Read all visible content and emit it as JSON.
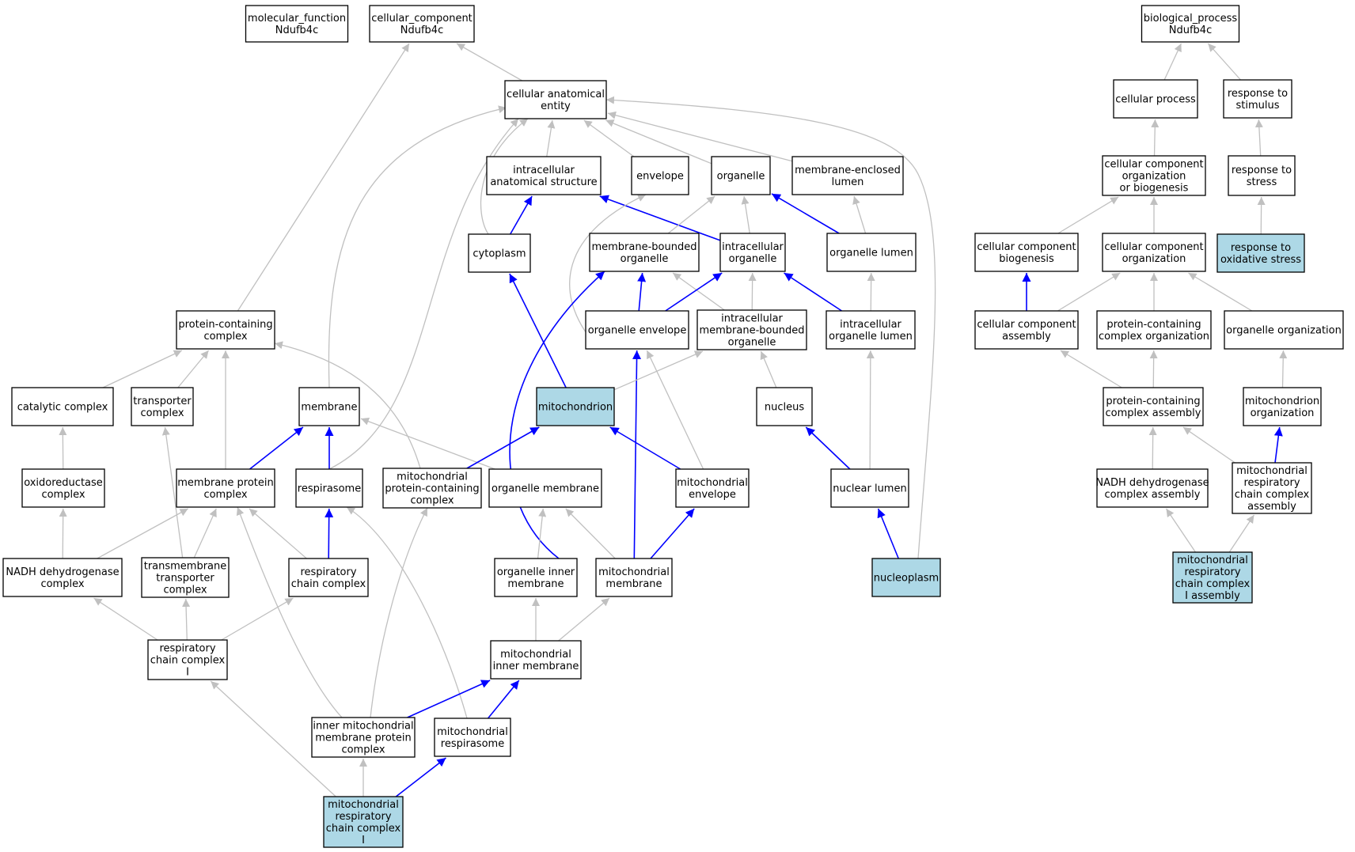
{
  "colors": {
    "highlight_fill": "#add8e6",
    "normal_fill": "#ffffff",
    "edge_gray": "#c0c0c0",
    "edge_blue": "#0000ff"
  },
  "nodes": [
    {
      "id": "molecular_function",
      "lines": [
        "molecular_function",
        "Ndufb4c"
      ],
      "highlight": false
    },
    {
      "id": "cellular_component",
      "lines": [
        "cellular_component",
        "Ndufb4c"
      ],
      "highlight": false
    },
    {
      "id": "biological_process",
      "lines": [
        "biological_process",
        "Ndufb4c"
      ],
      "highlight": false
    },
    {
      "id": "cellular_anatomical_entity",
      "lines": [
        "cellular anatomical",
        "entity"
      ],
      "highlight": false
    },
    {
      "id": "cellular_process",
      "lines": [
        "cellular process"
      ],
      "highlight": false
    },
    {
      "id": "response_to_stimulus",
      "lines": [
        "response to",
        "stimulus"
      ],
      "highlight": false
    },
    {
      "id": "intracellular_anatomical_structure",
      "lines": [
        "intracellular",
        "anatomical structure"
      ],
      "highlight": false
    },
    {
      "id": "envelope",
      "lines": [
        "envelope"
      ],
      "highlight": false
    },
    {
      "id": "organelle",
      "lines": [
        "organelle"
      ],
      "highlight": false
    },
    {
      "id": "membrane_enclosed_lumen",
      "lines": [
        "membrane-enclosed",
        "lumen"
      ],
      "highlight": false
    },
    {
      "id": "cc_org_or_biogenesis",
      "lines": [
        "cellular component",
        "organization",
        "or biogenesis"
      ],
      "highlight": false
    },
    {
      "id": "response_to_stress",
      "lines": [
        "response to",
        "stress"
      ],
      "highlight": false
    },
    {
      "id": "cytoplasm",
      "lines": [
        "cytoplasm"
      ],
      "highlight": false
    },
    {
      "id": "membrane_bounded_organelle",
      "lines": [
        "membrane-bounded",
        "organelle"
      ],
      "highlight": false
    },
    {
      "id": "intracellular_organelle",
      "lines": [
        "intracellular",
        "organelle"
      ],
      "highlight": false
    },
    {
      "id": "organelle_lumen",
      "lines": [
        "organelle lumen"
      ],
      "highlight": false
    },
    {
      "id": "cc_biogenesis",
      "lines": [
        "cellular component",
        "biogenesis"
      ],
      "highlight": false
    },
    {
      "id": "cc_organization",
      "lines": [
        "cellular component",
        "organization"
      ],
      "highlight": false
    },
    {
      "id": "response_to_oxidative_stress",
      "lines": [
        "response to",
        "oxidative stress"
      ],
      "highlight": true
    },
    {
      "id": "protein_containing_complex",
      "lines": [
        "protein-containing",
        "complex"
      ],
      "highlight": false
    },
    {
      "id": "organelle_envelope",
      "lines": [
        "organelle envelope"
      ],
      "highlight": false
    },
    {
      "id": "intracellular_mb_organelle",
      "lines": [
        "intracellular",
        "membrane-bounded",
        "organelle"
      ],
      "highlight": false
    },
    {
      "id": "intracellular_organelle_lumen",
      "lines": [
        "intracellular",
        "organelle lumen"
      ],
      "highlight": false
    },
    {
      "id": "cc_assembly",
      "lines": [
        "cellular component",
        "assembly"
      ],
      "highlight": false
    },
    {
      "id": "pcc_organization",
      "lines": [
        "protein-containing",
        "complex organization"
      ],
      "highlight": false
    },
    {
      "id": "organelle_organization",
      "lines": [
        "organelle organization"
      ],
      "highlight": false
    },
    {
      "id": "catalytic_complex",
      "lines": [
        "catalytic complex"
      ],
      "highlight": false
    },
    {
      "id": "transporter_complex",
      "lines": [
        "transporter",
        "complex"
      ],
      "highlight": false
    },
    {
      "id": "membrane",
      "lines": [
        "membrane"
      ],
      "highlight": false
    },
    {
      "id": "mitochondrion",
      "lines": [
        "mitochondrion"
      ],
      "highlight": true
    },
    {
      "id": "nucleus",
      "lines": [
        "nucleus"
      ],
      "highlight": false
    },
    {
      "id": "pcc_assembly",
      "lines": [
        "protein-containing",
        "complex assembly"
      ],
      "highlight": false
    },
    {
      "id": "mitochondrion_organization",
      "lines": [
        "mitochondrion",
        "organization"
      ],
      "highlight": false
    },
    {
      "id": "oxidoreductase_complex",
      "lines": [
        "oxidoreductase",
        "complex"
      ],
      "highlight": false
    },
    {
      "id": "membrane_protein_complex",
      "lines": [
        "membrane protein",
        "complex"
      ],
      "highlight": false
    },
    {
      "id": "respirasome",
      "lines": [
        "respirasome"
      ],
      "highlight": false
    },
    {
      "id": "mito_pcc",
      "lines": [
        "mitochondrial",
        "protein-containing",
        "complex"
      ],
      "highlight": false
    },
    {
      "id": "organelle_membrane",
      "lines": [
        "organelle membrane"
      ],
      "highlight": false
    },
    {
      "id": "mitochondrial_envelope",
      "lines": [
        "mitochondrial",
        "envelope"
      ],
      "highlight": false
    },
    {
      "id": "nuclear_lumen",
      "lines": [
        "nuclear lumen"
      ],
      "highlight": false
    },
    {
      "id": "nadh_dh_complex_assembly",
      "lines": [
        "NADH dehydrogenase",
        "complex assembly"
      ],
      "highlight": false
    },
    {
      "id": "mito_rcc_assembly",
      "lines": [
        "mitochondrial",
        "respiratory",
        "chain complex",
        "assembly"
      ],
      "highlight": false
    },
    {
      "id": "nadh_dh_complex",
      "lines": [
        "NADH dehydrogenase",
        "complex"
      ],
      "highlight": false
    },
    {
      "id": "transmembrane_transporter_complex",
      "lines": [
        "transmembrane",
        "transporter",
        "complex"
      ],
      "highlight": false
    },
    {
      "id": "respiratory_chain_complex",
      "lines": [
        "respiratory",
        "chain complex"
      ],
      "highlight": false
    },
    {
      "id": "organelle_inner_membrane",
      "lines": [
        "organelle inner",
        "membrane"
      ],
      "highlight": false
    },
    {
      "id": "mitochondrial_membrane",
      "lines": [
        "mitochondrial",
        "membrane"
      ],
      "highlight": false
    },
    {
      "id": "nucleoplasm",
      "lines": [
        "nucleoplasm"
      ],
      "highlight": true
    },
    {
      "id": "mito_rcc_I_assembly",
      "lines": [
        "mitochondrial",
        "respiratory",
        "chain complex",
        "I assembly"
      ],
      "highlight": true
    },
    {
      "id": "respiratory_chain_complex_I",
      "lines": [
        "respiratory",
        "chain complex",
        "I"
      ],
      "highlight": false
    },
    {
      "id": "mito_inner_membrane",
      "lines": [
        "mitochondrial",
        "inner membrane"
      ],
      "highlight": false
    },
    {
      "id": "inner_mito_membrane_protein_complex",
      "lines": [
        "inner mitochondrial",
        "membrane protein",
        "complex"
      ],
      "highlight": false
    },
    {
      "id": "mito_respirasome",
      "lines": [
        "mitochondrial",
        "respirasome"
      ],
      "highlight": false
    },
    {
      "id": "mito_rcc_I",
      "lines": [
        "mitochondrial",
        "respiratory",
        "chain complex",
        "I"
      ],
      "highlight": true
    }
  ],
  "edges": [
    {
      "from": "cellular_anatomical_entity",
      "to": "cellular_component",
      "color": "gray"
    },
    {
      "from": "protein_containing_complex",
      "to": "cellular_component",
      "color": "gray"
    },
    {
      "from": "cellular_process",
      "to": "biological_process",
      "color": "gray"
    },
    {
      "from": "response_to_stimulus",
      "to": "biological_process",
      "color": "gray"
    },
    {
      "from": "intracellular_anatomical_structure",
      "to": "cellular_anatomical_entity",
      "color": "gray"
    },
    {
      "from": "envelope",
      "to": "cellular_anatomical_entity",
      "color": "gray"
    },
    {
      "from": "organelle",
      "to": "cellular_anatomical_entity",
      "color": "gray"
    },
    {
      "from": "membrane_enclosed_lumen",
      "to": "cellular_anatomical_entity",
      "color": "gray"
    },
    {
      "from": "membrane",
      "to": "cellular_anatomical_entity",
      "color": "gray"
    },
    {
      "from": "respirasome",
      "to": "cellular_anatomical_entity",
      "color": "gray"
    },
    {
      "from": "cytoplasm",
      "to": "cellular_anatomical_entity",
      "color": "gray"
    },
    {
      "from": "nucleoplasm",
      "to": "cellular_anatomical_entity",
      "color": "gray"
    },
    {
      "from": "cc_org_or_biogenesis",
      "to": "cellular_process",
      "color": "gray"
    },
    {
      "from": "response_to_stress",
      "to": "response_to_stimulus",
      "color": "gray"
    },
    {
      "from": "cytoplasm",
      "to": "intracellular_anatomical_structure",
      "color": "blue"
    },
    {
      "from": "intracellular_organelle",
      "to": "intracellular_anatomical_structure",
      "color": "blue"
    },
    {
      "from": "membrane_bounded_organelle",
      "to": "organelle",
      "color": "gray"
    },
    {
      "from": "intracellular_organelle",
      "to": "organelle",
      "color": "gray"
    },
    {
      "from": "organelle_lumen",
      "to": "organelle",
      "color": "blue"
    },
    {
      "from": "organelle_lumen",
      "to": "membrane_enclosed_lumen",
      "color": "gray"
    },
    {
      "from": "organelle_envelope",
      "to": "envelope",
      "color": "gray"
    },
    {
      "from": "cc_biogenesis",
      "to": "cc_org_or_biogenesis",
      "color": "gray"
    },
    {
      "from": "cc_organization",
      "to": "cc_org_or_biogenesis",
      "color": "gray"
    },
    {
      "from": "response_to_oxidative_stress",
      "to": "response_to_stress",
      "color": "gray"
    },
    {
      "from": "mitochondrion",
      "to": "cytoplasm",
      "color": "blue"
    },
    {
      "from": "organelle_envelope",
      "to": "membrane_bounded_organelle",
      "color": "blue"
    },
    {
      "from": "organelle_inner_membrane",
      "to": "membrane_bounded_organelle",
      "color": "blue"
    },
    {
      "from": "intracellular_mb_organelle",
      "to": "membrane_bounded_organelle",
      "color": "gray"
    },
    {
      "from": "organelle_envelope",
      "to": "intracellular_organelle",
      "color": "blue"
    },
    {
      "from": "intracellular_mb_organelle",
      "to": "intracellular_organelle",
      "color": "gray"
    },
    {
      "from": "intracellular_organelle_lumen",
      "to": "intracellular_organelle",
      "color": "blue"
    },
    {
      "from": "intracellular_organelle_lumen",
      "to": "organelle_lumen",
      "color": "gray"
    },
    {
      "from": "cc_assembly",
      "to": "cc_biogenesis",
      "color": "blue"
    },
    {
      "from": "cc_assembly",
      "to": "cc_organization",
      "color": "gray"
    },
    {
      "from": "pcc_organization",
      "to": "cc_organization",
      "color": "gray"
    },
    {
      "from": "organelle_organization",
      "to": "cc_organization",
      "color": "gray"
    },
    {
      "from": "catalytic_complex",
      "to": "protein_containing_complex",
      "color": "gray"
    },
    {
      "from": "transporter_complex",
      "to": "protein_containing_complex",
      "color": "gray"
    },
    {
      "from": "membrane_protein_complex",
      "to": "protein_containing_complex",
      "color": "gray"
    },
    {
      "from": "mito_pcc",
      "to": "protein_containing_complex",
      "color": "gray"
    },
    {
      "from": "mitochondrial_envelope",
      "to": "organelle_envelope",
      "color": "gray"
    },
    {
      "from": "mitochondrial_membrane",
      "to": "organelle_envelope",
      "color": "blue"
    },
    {
      "from": "mitochondrion",
      "to": "intracellular_mb_organelle",
      "color": "gray"
    },
    {
      "from": "nucleus",
      "to": "intracellular_mb_organelle",
      "color": "gray"
    },
    {
      "from": "nuclear_lumen",
      "to": "intracellular_organelle_lumen",
      "color": "gray"
    },
    {
      "from": "pcc_assembly",
      "to": "cc_assembly",
      "color": "gray"
    },
    {
      "from": "pcc_assembly",
      "to": "pcc_organization",
      "color": "gray"
    },
    {
      "from": "mitochondrion_organization",
      "to": "organelle_organization",
      "color": "gray"
    },
    {
      "from": "oxidoreductase_complex",
      "to": "catalytic_complex",
      "color": "gray"
    },
    {
      "from": "transmembrane_transporter_complex",
      "to": "transporter_complex",
      "color": "gray"
    },
    {
      "from": "membrane_protein_complex",
      "to": "membrane",
      "color": "blue"
    },
    {
      "from": "respirasome",
      "to": "membrane",
      "color": "blue"
    },
    {
      "from": "organelle_membrane",
      "to": "membrane",
      "color": "gray"
    },
    {
      "from": "mito_pcc",
      "to": "mitochondrion",
      "color": "blue"
    },
    {
      "from": "mitochondrial_envelope",
      "to": "mitochondrion",
      "color": "blue"
    },
    {
      "from": "nuclear_lumen",
      "to": "nucleus",
      "color": "blue"
    },
    {
      "from": "nadh_dh_complex_assembly",
      "to": "pcc_assembly",
      "color": "gray"
    },
    {
      "from": "mito_rcc_assembly",
      "to": "pcc_assembly",
      "color": "gray"
    },
    {
      "from": "mito_rcc_assembly",
      "to": "mitochondrion_organization",
      "color": "blue"
    },
    {
      "from": "nadh_dh_complex",
      "to": "oxidoreductase_complex",
      "color": "gray"
    },
    {
      "from": "nadh_dh_complex",
      "to": "membrane_protein_complex",
      "color": "gray"
    },
    {
      "from": "transmembrane_transporter_complex",
      "to": "membrane_protein_complex",
      "color": "gray"
    },
    {
      "from": "respiratory_chain_complex",
      "to": "membrane_protein_complex",
      "color": "gray"
    },
    {
      "from": "inner_mito_membrane_protein_complex",
      "to": "membrane_protein_complex",
      "color": "gray"
    },
    {
      "from": "respiratory_chain_complex",
      "to": "respirasome",
      "color": "blue"
    },
    {
      "from": "mito_respirasome",
      "to": "respirasome",
      "color": "gray"
    },
    {
      "from": "inner_mito_membrane_protein_complex",
      "to": "mito_pcc",
      "color": "gray"
    },
    {
      "from": "organelle_inner_membrane",
      "to": "organelle_membrane",
      "color": "gray"
    },
    {
      "from": "mitochondrial_membrane",
      "to": "organelle_membrane",
      "color": "gray"
    },
    {
      "from": "mitochondrial_membrane",
      "to": "mitochondrial_envelope",
      "color": "blue"
    },
    {
      "from": "nucleoplasm",
      "to": "nuclear_lumen",
      "color": "blue"
    },
    {
      "from": "mito_rcc_I_assembly",
      "to": "nadh_dh_complex_assembly",
      "color": "gray"
    },
    {
      "from": "mito_rcc_I_assembly",
      "to": "mito_rcc_assembly",
      "color": "gray"
    },
    {
      "from": "respiratory_chain_complex_I",
      "to": "nadh_dh_complex",
      "color": "gray"
    },
    {
      "from": "respiratory_chain_complex_I",
      "to": "transmembrane_transporter_complex",
      "color": "gray"
    },
    {
      "from": "respiratory_chain_complex_I",
      "to": "respiratory_chain_complex",
      "color": "gray"
    },
    {
      "from": "mito_inner_membrane",
      "to": "organelle_inner_membrane",
      "color": "gray"
    },
    {
      "from": "mito_inner_membrane",
      "to": "mitochondrial_membrane",
      "color": "gray"
    },
    {
      "from": "inner_mito_membrane_protein_complex",
      "to": "mito_inner_membrane",
      "color": "blue"
    },
    {
      "from": "mito_respirasome",
      "to": "mito_inner_membrane",
      "color": "blue"
    },
    {
      "from": "mito_rcc_I",
      "to": "respiratory_chain_complex_I",
      "color": "gray"
    },
    {
      "from": "mito_rcc_I",
      "to": "inner_mito_membrane_protein_complex",
      "color": "gray"
    },
    {
      "from": "mito_rcc_I",
      "to": "mito_respirasome",
      "color": "blue"
    }
  ]
}
